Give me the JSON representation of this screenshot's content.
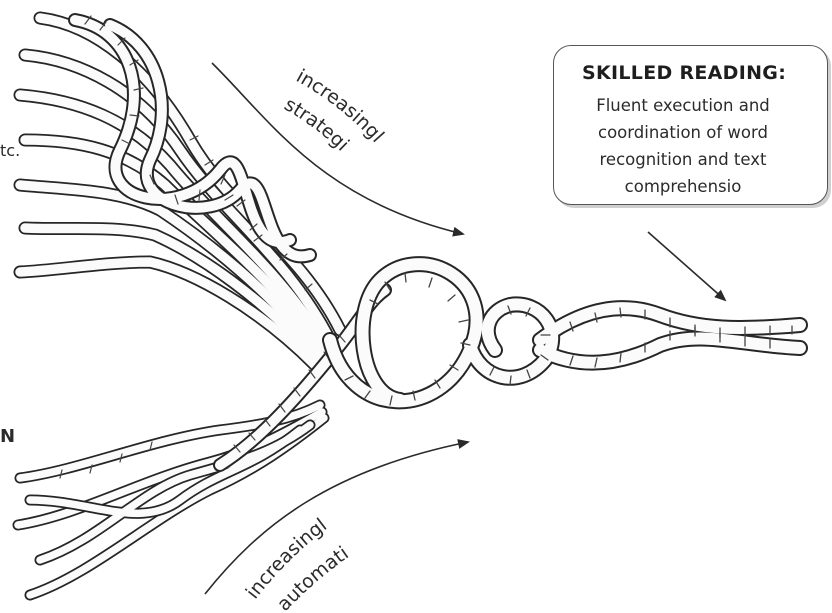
{
  "labels": {
    "left_fragment_top": "tc.",
    "left_fragment_bottom": "N",
    "arc_top_line1": "increasingl",
    "arc_top_line2": "strategi",
    "arc_bottom_line1": "increasingl",
    "arc_bottom_line2": "automati"
  },
  "callout": {
    "title": "SKILLED READING:",
    "lines": [
      "Fluent execution and",
      "coordination of word",
      "recognition and text",
      "comprehensio"
    ]
  },
  "colors": {
    "rope_outline": "#262626",
    "rope_fill": "#fbfbfb",
    "ink": "#2b2b2b"
  }
}
